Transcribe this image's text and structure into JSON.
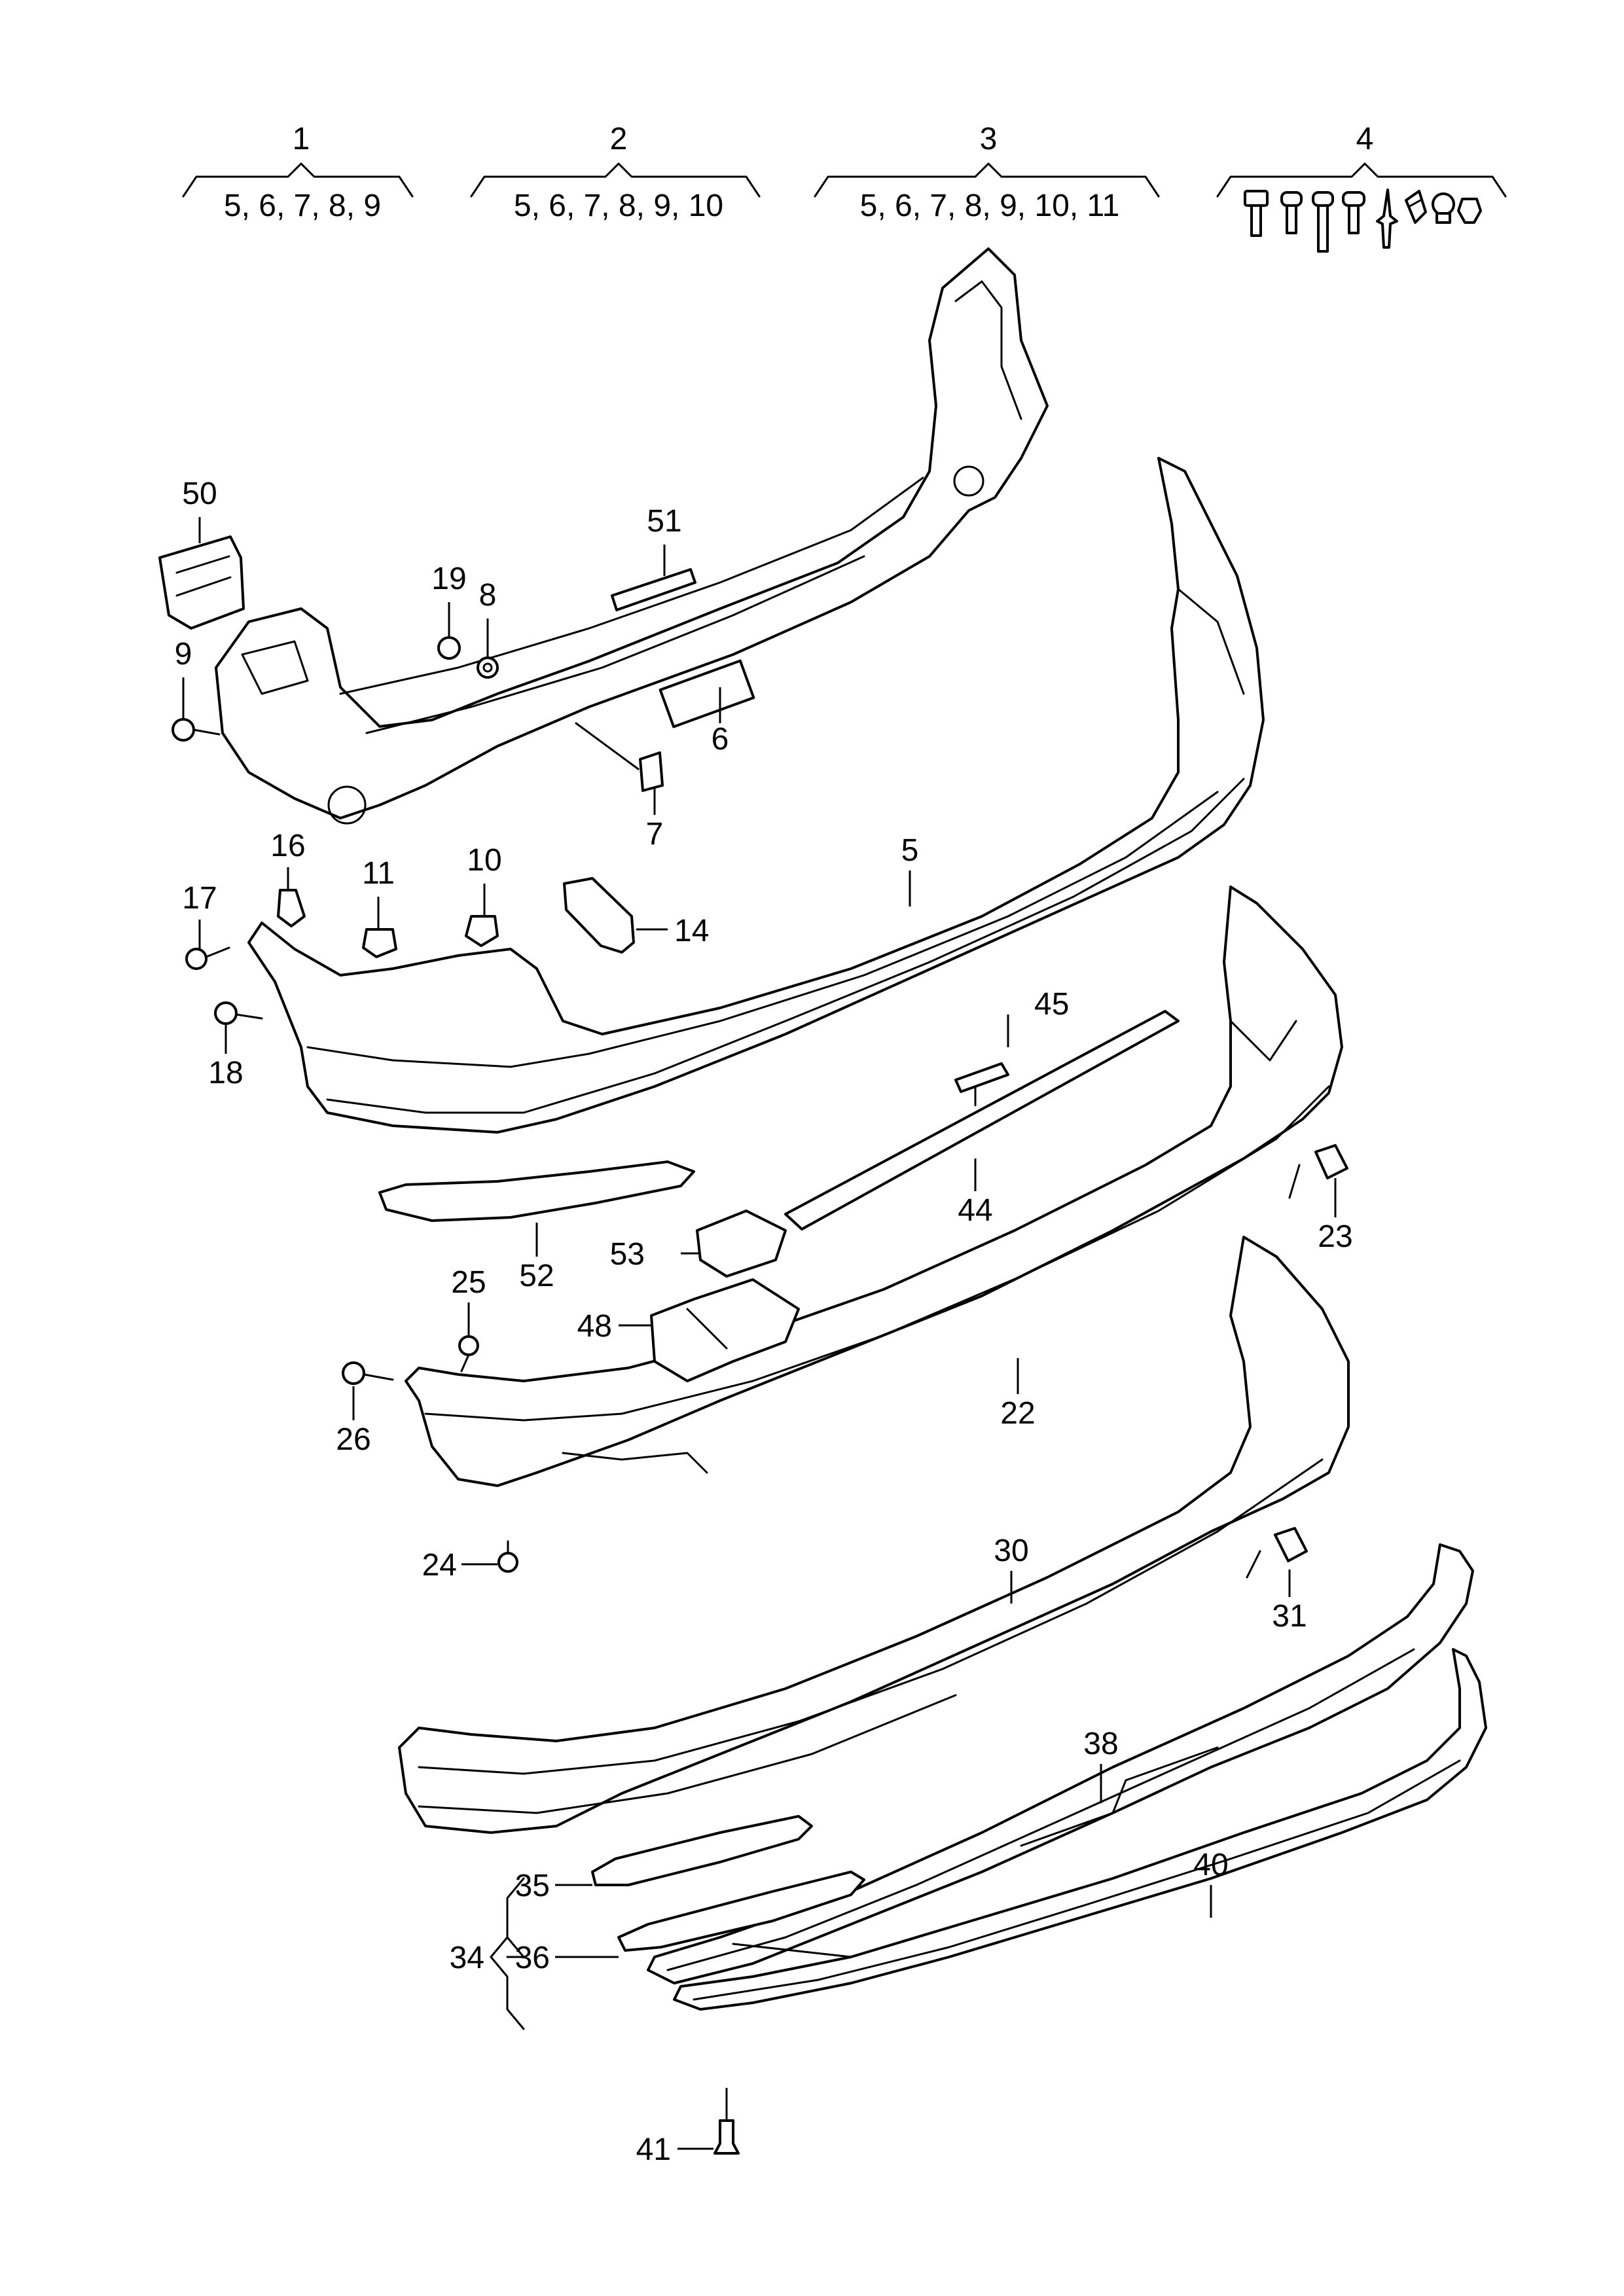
{
  "header_groups": [
    {
      "number": "1",
      "contents": "5, 6, 7, 8, 9"
    },
    {
      "number": "2",
      "contents": "5, 6, 7, 8, 9, 10"
    },
    {
      "number": "3",
      "contents": "5, 6, 7, 8, 9, 10, 11"
    },
    {
      "number": "4",
      "contents": ""
    }
  ],
  "callouts": [
    "50",
    "51",
    "19",
    "8",
    "9",
    "6",
    "7",
    "16",
    "17",
    "11",
    "10",
    "14",
    "5",
    "18",
    "45",
    "44",
    "23",
    "52",
    "53",
    "25",
    "48",
    "26",
    "22",
    "24",
    "30",
    "31",
    "38",
    "40",
    "34",
    "35",
    "36",
    "41"
  ]
}
